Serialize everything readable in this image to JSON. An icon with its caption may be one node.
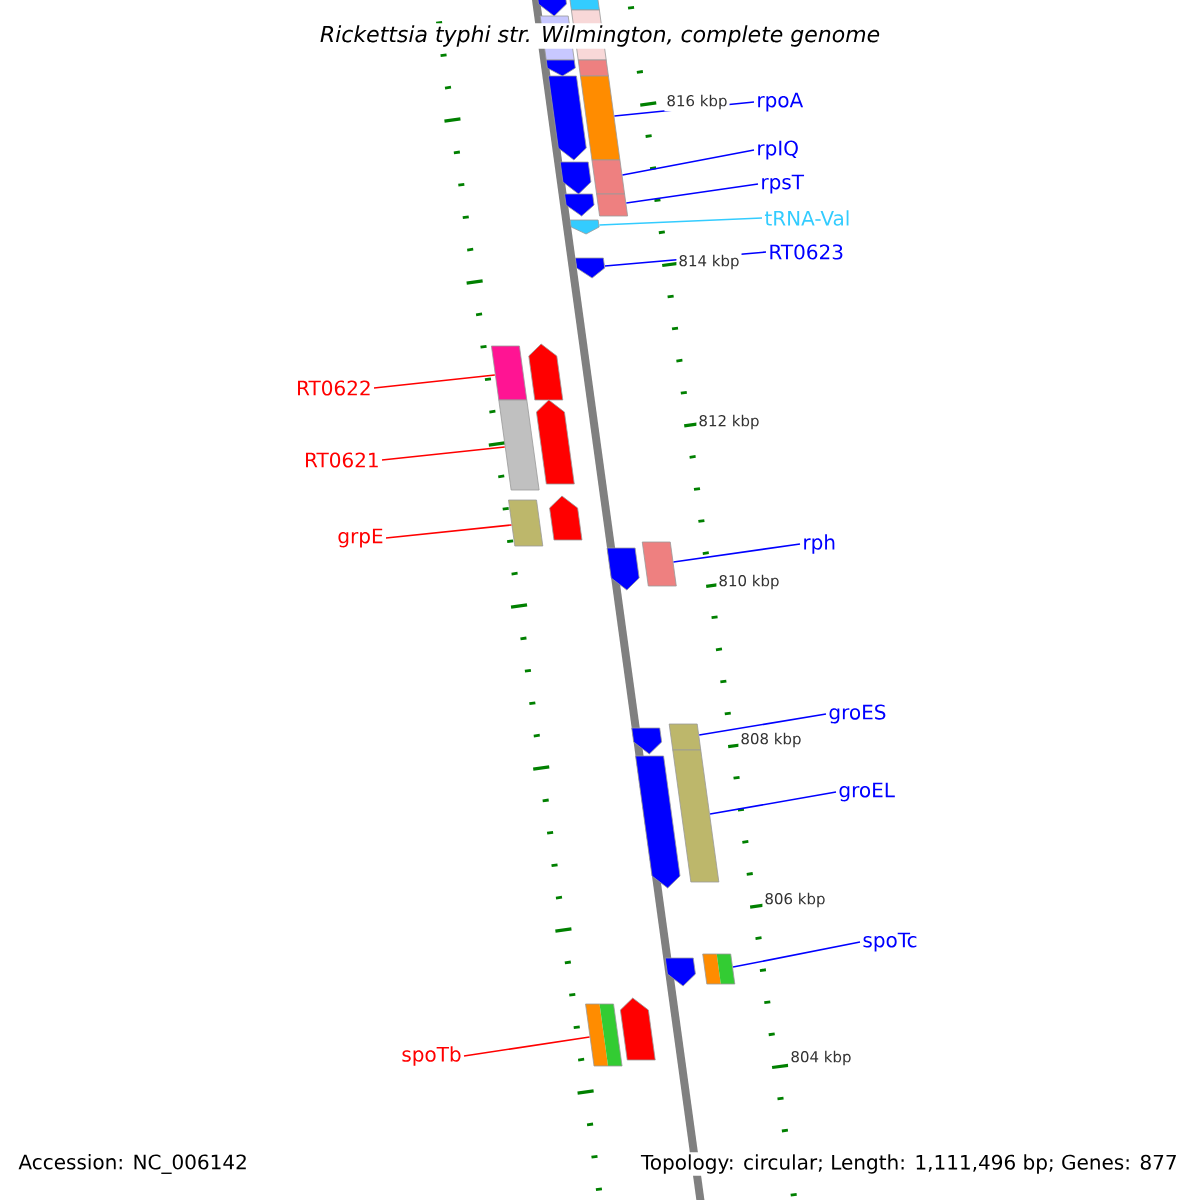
{
  "diagram": {
    "title": "Rickettsia typhi str. Wilmington, complete genome",
    "nodes": [
      {
        "text": [
          "rpoA"
        ]
      },
      {
        "text": [],
        "shape": "box"
      },
      {
        "text": [
          "rpIQ"
        ]
      },
      {
        "text": [],
        "shape": "box"
      },
      {
        "text": [
          "rpsT"
        ]
      },
      {
        "text": [],
        "shape": "box"
      },
      {
        "text": [
          "tRNA-Val"
        ]
      },
      {
        "text": [],
        "shape": "pentagon"
      },
      {
        "text": [
          "RT0623"
        ]
      },
      {
        "text": [],
        "shape": "pentagon"
      },
      {
        "text": [
          "RT0622"
        ]
      },
      {
        "text": [],
        "shape": "box"
      },
      {
        "text": [
          "RT0621"
        ]
      },
      {
        "text": [],
        "shape": "box"
      },
      {
        "text": [
          "grpE"
        ]
      },
      {
        "text": [],
        "shape": "box"
      },
      {
        "text": [
          "rph"
        ]
      },
      {
        "text": [],
        "shape": "box"
      },
      {
        "text": [
          "groES"
        ]
      },
      {
        "text": [],
        "shape": "box"
      },
      {
        "text": [
          "groEL"
        ]
      },
      {
        "text": [],
        "shape": "box"
      },
      {
        "text": [
          "spoTc"
        ]
      },
      {
        "text": [],
        "shape": "box"
      },
      {
        "text": [
          "spoTb"
        ]
      },
      {
        "text": [],
        "shape": "box"
      }
    ],
    "edges": [
      {
        "from": 0,
        "to": 1,
        "arrow": "none"
      },
      {
        "from": 2,
        "to": 3,
        "arrow": "none"
      },
      {
        "from": 4,
        "to": 5,
        "arrow": "none"
      },
      {
        "from": 6,
        "to": 7,
        "arrow": "none",
        "color": "#33ccff"
      },
      {
        "from": 8,
        "to": 9,
        "arrow": "none"
      },
      {
        "from": 10,
        "to": 11,
        "arrow": "none",
        "color": "#ff0000"
      },
      {
        "from": 12,
        "to": 13,
        "arrow": "none",
        "color": "#ff0000"
      },
      {
        "from": 14,
        "to": 15,
        "arrow": "none",
        "color": "#ff0000"
      },
      {
        "from": 16,
        "to": 17,
        "arrow": "none"
      },
      {
        "from": 18,
        "to": 19,
        "arrow": "none"
      },
      {
        "from": 20,
        "to": 21,
        "arrow": "none"
      },
      {
        "from": 22,
        "to": 23,
        "arrow": "none"
      },
      {
        "from": 24,
        "to": 25,
        "arrow": "none",
        "color": "#ff0000"
      }
    ],
    "labels": [
      "816 kbp",
      "814 kbp",
      "812 kbp",
      "810 kbp",
      "808 kbp",
      "806 kbp",
      "804 kbp",
      "Accession: NC_006142",
      "Topology: circular; Length: 1,111,496 bp; Genes: 877"
    ]
  }
}
